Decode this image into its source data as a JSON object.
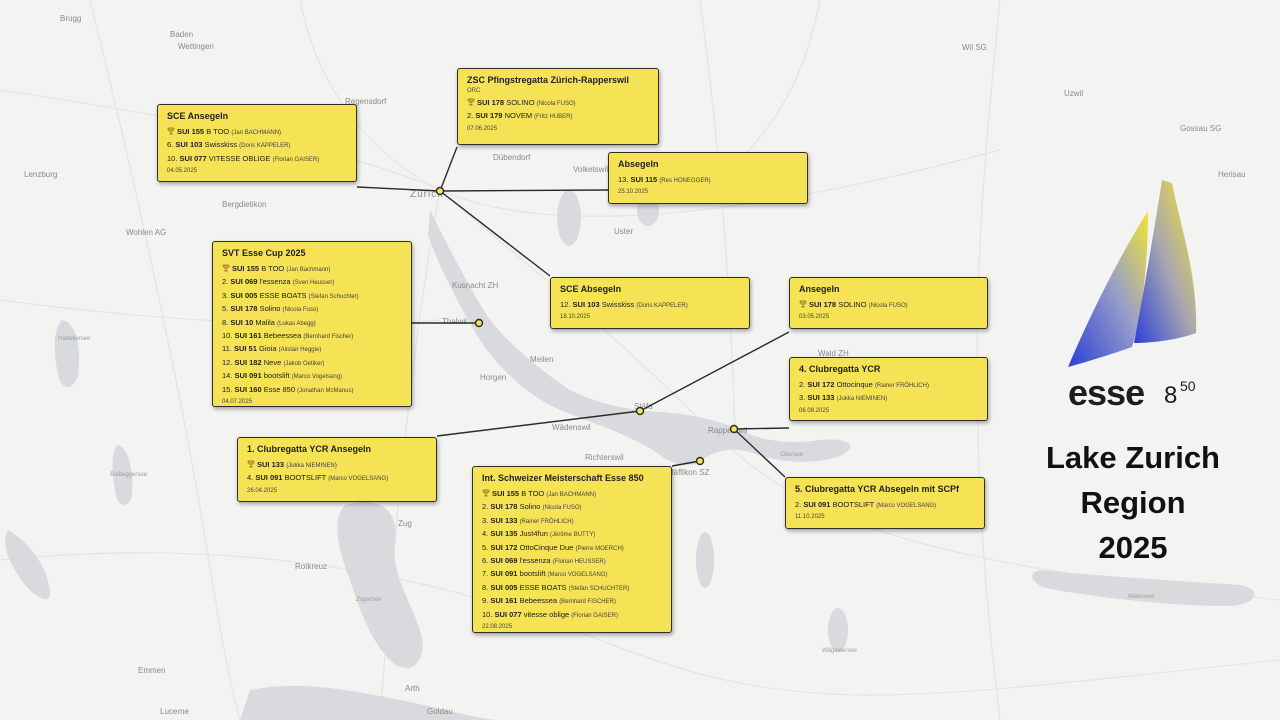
{
  "places": [
    {
      "label": "Brugg"
    },
    {
      "label": "Baden"
    },
    {
      "label": "Wettingen"
    },
    {
      "label": "Regensdorf"
    },
    {
      "label": "Dübendorf"
    },
    {
      "label": "Volketswil"
    },
    {
      "label": "Lenzburg"
    },
    {
      "label": "Bergdietikon"
    },
    {
      "label": "Zürich"
    },
    {
      "label": "Wohlen AG"
    },
    {
      "label": "Uster"
    },
    {
      "label": "Kusnacht ZH"
    },
    {
      "label": "Thalwil"
    },
    {
      "label": "Horgen"
    },
    {
      "label": "Meilen"
    },
    {
      "label": "Wädenswil"
    },
    {
      "label": "Stäfa"
    },
    {
      "label": "Richterswil"
    },
    {
      "label": "Pfäffikon SZ"
    },
    {
      "label": "Rapperswil"
    },
    {
      "label": "Zug"
    },
    {
      "label": "Rotkreuz"
    },
    {
      "label": "Emmen"
    },
    {
      "label": "Arth"
    },
    {
      "label": "Lucerne"
    },
    {
      "label": "Goldau"
    },
    {
      "label": "Wil SG"
    },
    {
      "label": "Uzwil"
    },
    {
      "label": "Gossau SG"
    },
    {
      "label": "Herisau"
    },
    {
      "label": "Wald ZH"
    }
  ],
  "lake_labels": [
    {
      "label": "Hallwilersee"
    },
    {
      "label": "Baldeggersee"
    },
    {
      "label": "Zugersee"
    },
    {
      "label": "Obersee"
    },
    {
      "label": "Walensee"
    },
    {
      "label": "Wägitalersee"
    }
  ],
  "cards": [
    {
      "title": "SCE Ansegeln",
      "rows": [
        {
          "trophy": true,
          "rank": "",
          "boat": "SUI 155",
          "name": "B TOO",
          "skipper": "(Jan BACHMANN)"
        },
        {
          "trophy": false,
          "rank": "6.",
          "boat": "SUI 103",
          "name": "Swisskiss",
          "skipper": "(Doris KAPPELER)"
        },
        {
          "trophy": false,
          "rank": "10.",
          "boat": "SUI 077",
          "name": "VITESSE OBLIGE",
          "skipper": "(Florian GAISER)"
        }
      ],
      "date": "04.05.2025"
    },
    {
      "title": "ZSC Pfingstregatta Zürich-Rapperswil",
      "subtitle": "ORC",
      "rows": [
        {
          "trophy": true,
          "rank": "",
          "boat": "SUI 178",
          "name": "SOLINO",
          "skipper": "(Nicola FUSO)"
        },
        {
          "trophy": false,
          "rank": "2.",
          "boat": "SUI 179",
          "name": "NOVEM",
          "skipper": "(Fritz HUBER)"
        }
      ],
      "date": "07.06.2025"
    },
    {
      "title": "Absegeln",
      "rows": [
        {
          "trophy": false,
          "rank": "13.",
          "boat": "SUI 115",
          "name": "",
          "skipper": "(Res HONEGGER)"
        }
      ],
      "date": "25.10.2025"
    },
    {
      "title": "SVT Esse Cup 2025",
      "rows": [
        {
          "trophy": true,
          "rank": "",
          "boat": "SUI 155",
          "name": "B TOO",
          "skipper": "(Jan Bachmann)"
        },
        {
          "trophy": false,
          "rank": "2.",
          "boat": "SUI 069",
          "name": "l'essenza",
          "skipper": "(Sven Heusser)"
        },
        {
          "trophy": false,
          "rank": "3.",
          "boat": "SUI 005",
          "name": "ESSE BOATS",
          "skipper": "(Stefan Schuchter)"
        },
        {
          "trophy": false,
          "rank": "5.",
          "boat": "SUI 178",
          "name": "Solino",
          "skipper": "(Nicola Fuso)"
        },
        {
          "trophy": false,
          "rank": "8.",
          "boat": "SUI 10",
          "name": "Malila",
          "skipper": "(Lukas Abegg)"
        },
        {
          "trophy": false,
          "rank": "10.",
          "boat": "SUI 161",
          "name": "Bebeessea",
          "skipper": "(Bernhard Fischer)"
        },
        {
          "trophy": false,
          "rank": "11.",
          "boat": "SUI 51",
          "name": "Gioia",
          "skipper": "(Alistair Heggie)"
        },
        {
          "trophy": false,
          "rank": "12.",
          "boat": "SUI 182",
          "name": "Neve",
          "skipper": "(Jakob Oetiker)"
        },
        {
          "trophy": false,
          "rank": "14.",
          "boat": "SUI 091",
          "name": "bootslift",
          "skipper": "(Marco Vogelsang)"
        },
        {
          "trophy": false,
          "rank": "15.",
          "boat": "SUI 160",
          "name": "Esse 850",
          "skipper": "(Jonathan McManus)"
        }
      ],
      "date": "04.07.2025"
    },
    {
      "title": "SCE Absegeln",
      "rows": [
        {
          "trophy": false,
          "rank": "12.",
          "boat": "SUI 103",
          "name": "Swisskiss",
          "skipper": "(Doris KAPPELER)"
        }
      ],
      "date": "18.10.2025"
    },
    {
      "title": "Ansegeln",
      "rows": [
        {
          "trophy": true,
          "rank": "",
          "boat": "SUI 178",
          "name": "SOLINO",
          "skipper": "(Nicola FUSO)"
        }
      ],
      "date": "03.05.2025"
    },
    {
      "title": "4. Clubregatta YCR",
      "rows": [
        {
          "trophy": false,
          "rank": "2.",
          "boat": "SUI 172",
          "name": "Ottocinque",
          "skipper": "(Rainer FRÖHLICH)"
        },
        {
          "trophy": false,
          "rank": "3.",
          "boat": "SUI 133",
          "name": "",
          "skipper": "(Jukka NIEMINEN)"
        }
      ],
      "date": "06.09.2025"
    },
    {
      "title": "1. Clubregatta YCR Ansegeln",
      "rows": [
        {
          "trophy": true,
          "rank": "",
          "boat": "SUI 133",
          "name": "",
          "skipper": "(Jukka NIEMINEN)"
        },
        {
          "trophy": false,
          "rank": "4.",
          "boat": "SUI 091",
          "name": "BOOTSLIFT",
          "skipper": "(Marco VOGELSANG)"
        }
      ],
      "date": "26.04.2025"
    },
    {
      "title": "Int. Schweizer Meisterschaft Esse 850",
      "rows": [
        {
          "trophy": true,
          "rank": "",
          "boat": "SUI 155",
          "name": "B TOO",
          "skipper": "(Jan BACHMANN)"
        },
        {
          "trophy": false,
          "rank": "2.",
          "boat": "SUI 178",
          "name": "Solino",
          "skipper": "(Nicola FUSO)"
        },
        {
          "trophy": false,
          "rank": "3.",
          "boat": "SUI 133",
          "name": "",
          "skipper": "(Rainer FRÖHLICH)"
        },
        {
          "trophy": false,
          "rank": "4.",
          "boat": "SUI 135",
          "name": "Just4fun",
          "skipper": "(Jérôme BUTTY)"
        },
        {
          "trophy": false,
          "rank": "5.",
          "boat": "SUI 172",
          "name": "OttoCinque Due",
          "skipper": "(Pierre MOERCH)"
        },
        {
          "trophy": false,
          "rank": "6.",
          "boat": "SUI 069",
          "name": "l'essenza",
          "skipper": "(Florian HEUSSER)"
        },
        {
          "trophy": false,
          "rank": "7.",
          "boat": "SUI 091",
          "name": "bootslift",
          "skipper": "(Marco VOGELSANG)"
        },
        {
          "trophy": false,
          "rank": "8.",
          "boat": "SUI 005",
          "name": "ESSE BOATS",
          "skipper": "(Stefan SCHUCHTER)"
        },
        {
          "trophy": false,
          "rank": "9.",
          "boat": "SUI 161",
          "name": "Bebeessea",
          "skipper": "(Bernhard FISCHER)"
        },
        {
          "trophy": false,
          "rank": "10.",
          "boat": "SUI 077",
          "name": "vitesse oblige",
          "skipper": "(Florian GAISER)"
        }
      ],
      "date": "22.08.2025"
    },
    {
      "title": "5. Clubregatta YCR Absegeln mit SCPf",
      "rows": [
        {
          "trophy": false,
          "rank": "2.",
          "boat": "SUI 091",
          "name": "BOOTSLIFT",
          "skipper": "(Marco VOGELSANG)"
        }
      ],
      "date": "11.10.2025"
    }
  ],
  "brand": {
    "logo_word": "esse",
    "logo_num": "8",
    "logo_sup": "50",
    "title_lines": [
      "Lake Zurich",
      "Region",
      "2025"
    ],
    "colors": {
      "card": "#f5e255",
      "sail_yellow": "#f3e531",
      "sail_blue": "#2a3fd6",
      "lake": "#d8dade"
    }
  }
}
